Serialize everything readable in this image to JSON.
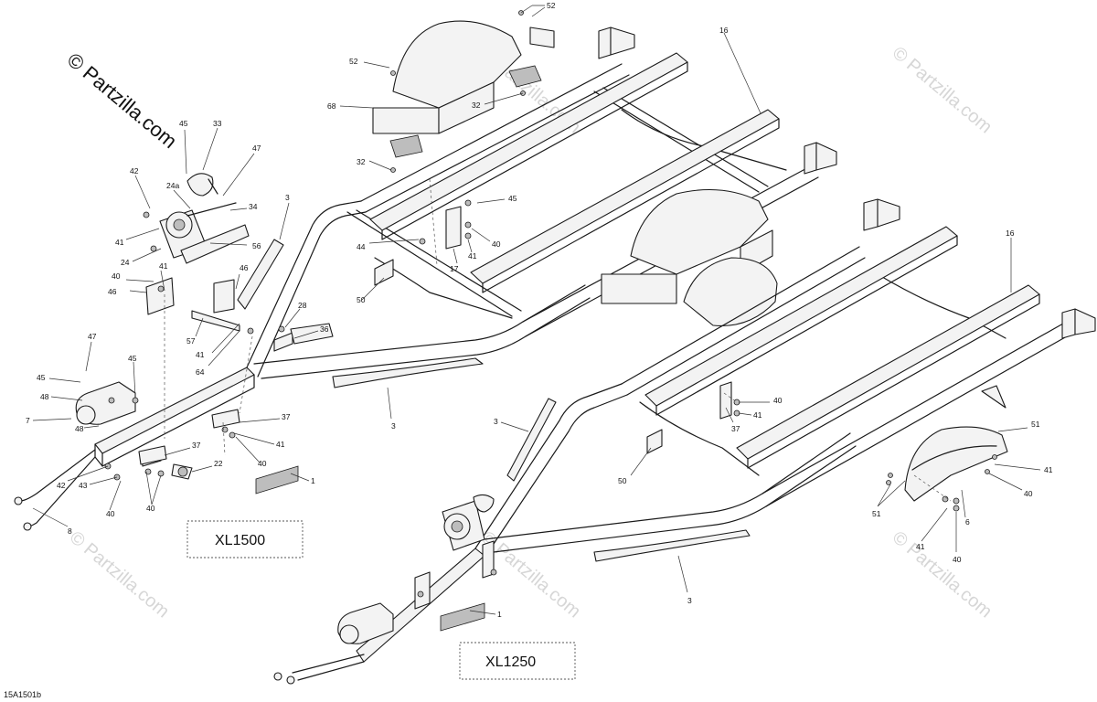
{
  "diagram": {
    "doc_id": "15A1501b",
    "models": {
      "top": "XL1500",
      "bottom": "XL1250"
    },
    "watermark": {
      "main": "© Partzilla.com",
      "repeat": "© Partzilla.com"
    },
    "callouts": {
      "c52a": "52",
      "c52b": "52",
      "c68": "68",
      "c32a": "32",
      "c32b": "32",
      "c16a": "16",
      "c16b": "16",
      "c45a": "45",
      "c33": "33",
      "c47a": "47",
      "c42a": "42",
      "c24a": "24a",
      "c34": "34",
      "c41a": "41",
      "c56": "56",
      "c24": "24",
      "c41b": "41",
      "c40a": "40",
      "c46a": "46",
      "c46b": "46",
      "c3a": "3",
      "c45b": "45",
      "c44": "44",
      "c41c": "41",
      "c40b": "40",
      "c17a": "17",
      "c50a": "50",
      "c28": "28",
      "c36": "36",
      "c57": "57",
      "c41d": "41",
      "c64": "64",
      "c47b": "47",
      "c45c": "45",
      "c45d": "45",
      "c48a": "48",
      "c7": "7",
      "c48b": "48",
      "c3b": "3",
      "c37a": "37",
      "c41e": "41",
      "c37b": "37",
      "c40c": "40",
      "c22": "22",
      "c42b": "42",
      "c43": "43",
      "c40d": "40",
      "c40e": "40",
      "c8": "8",
      "c1a": "1",
      "c40f": "40",
      "c41f": "41",
      "c37c": "37",
      "c3c": "3",
      "c50b": "50",
      "c51a": "51",
      "c41g": "41",
      "c40g": "40",
      "c51b": "51",
      "c6": "6",
      "c41h": "41",
      "c40h": "40",
      "c3d": "3",
      "c1b": "1"
    }
  }
}
